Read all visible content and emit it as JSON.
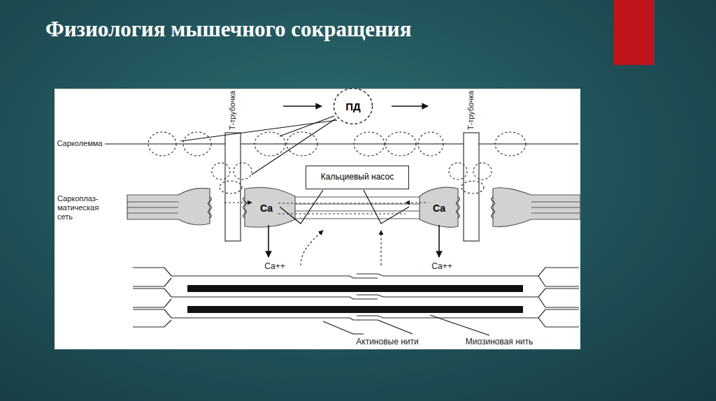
{
  "diagram": {
    "title": "Физиология мышечного сокращения",
    "nodes": [
      {
        "text": [
          "ПД"
        ]
      },
      {
        "text": [
          "Кальциевый насос"
        ]
      },
      {
        "text": [
          "Ca"
        ]
      },
      {
        "text": [
          "Ca"
        ]
      }
    ],
    "labels": [
      "Т-трубочка",
      "Т-трубочка",
      "Сарколемма",
      "Саркоплаз- матическая сеть",
      "Ca++",
      "Ca++",
      "Актиновые нити",
      "Миозиновая нить"
    ]
  }
}
